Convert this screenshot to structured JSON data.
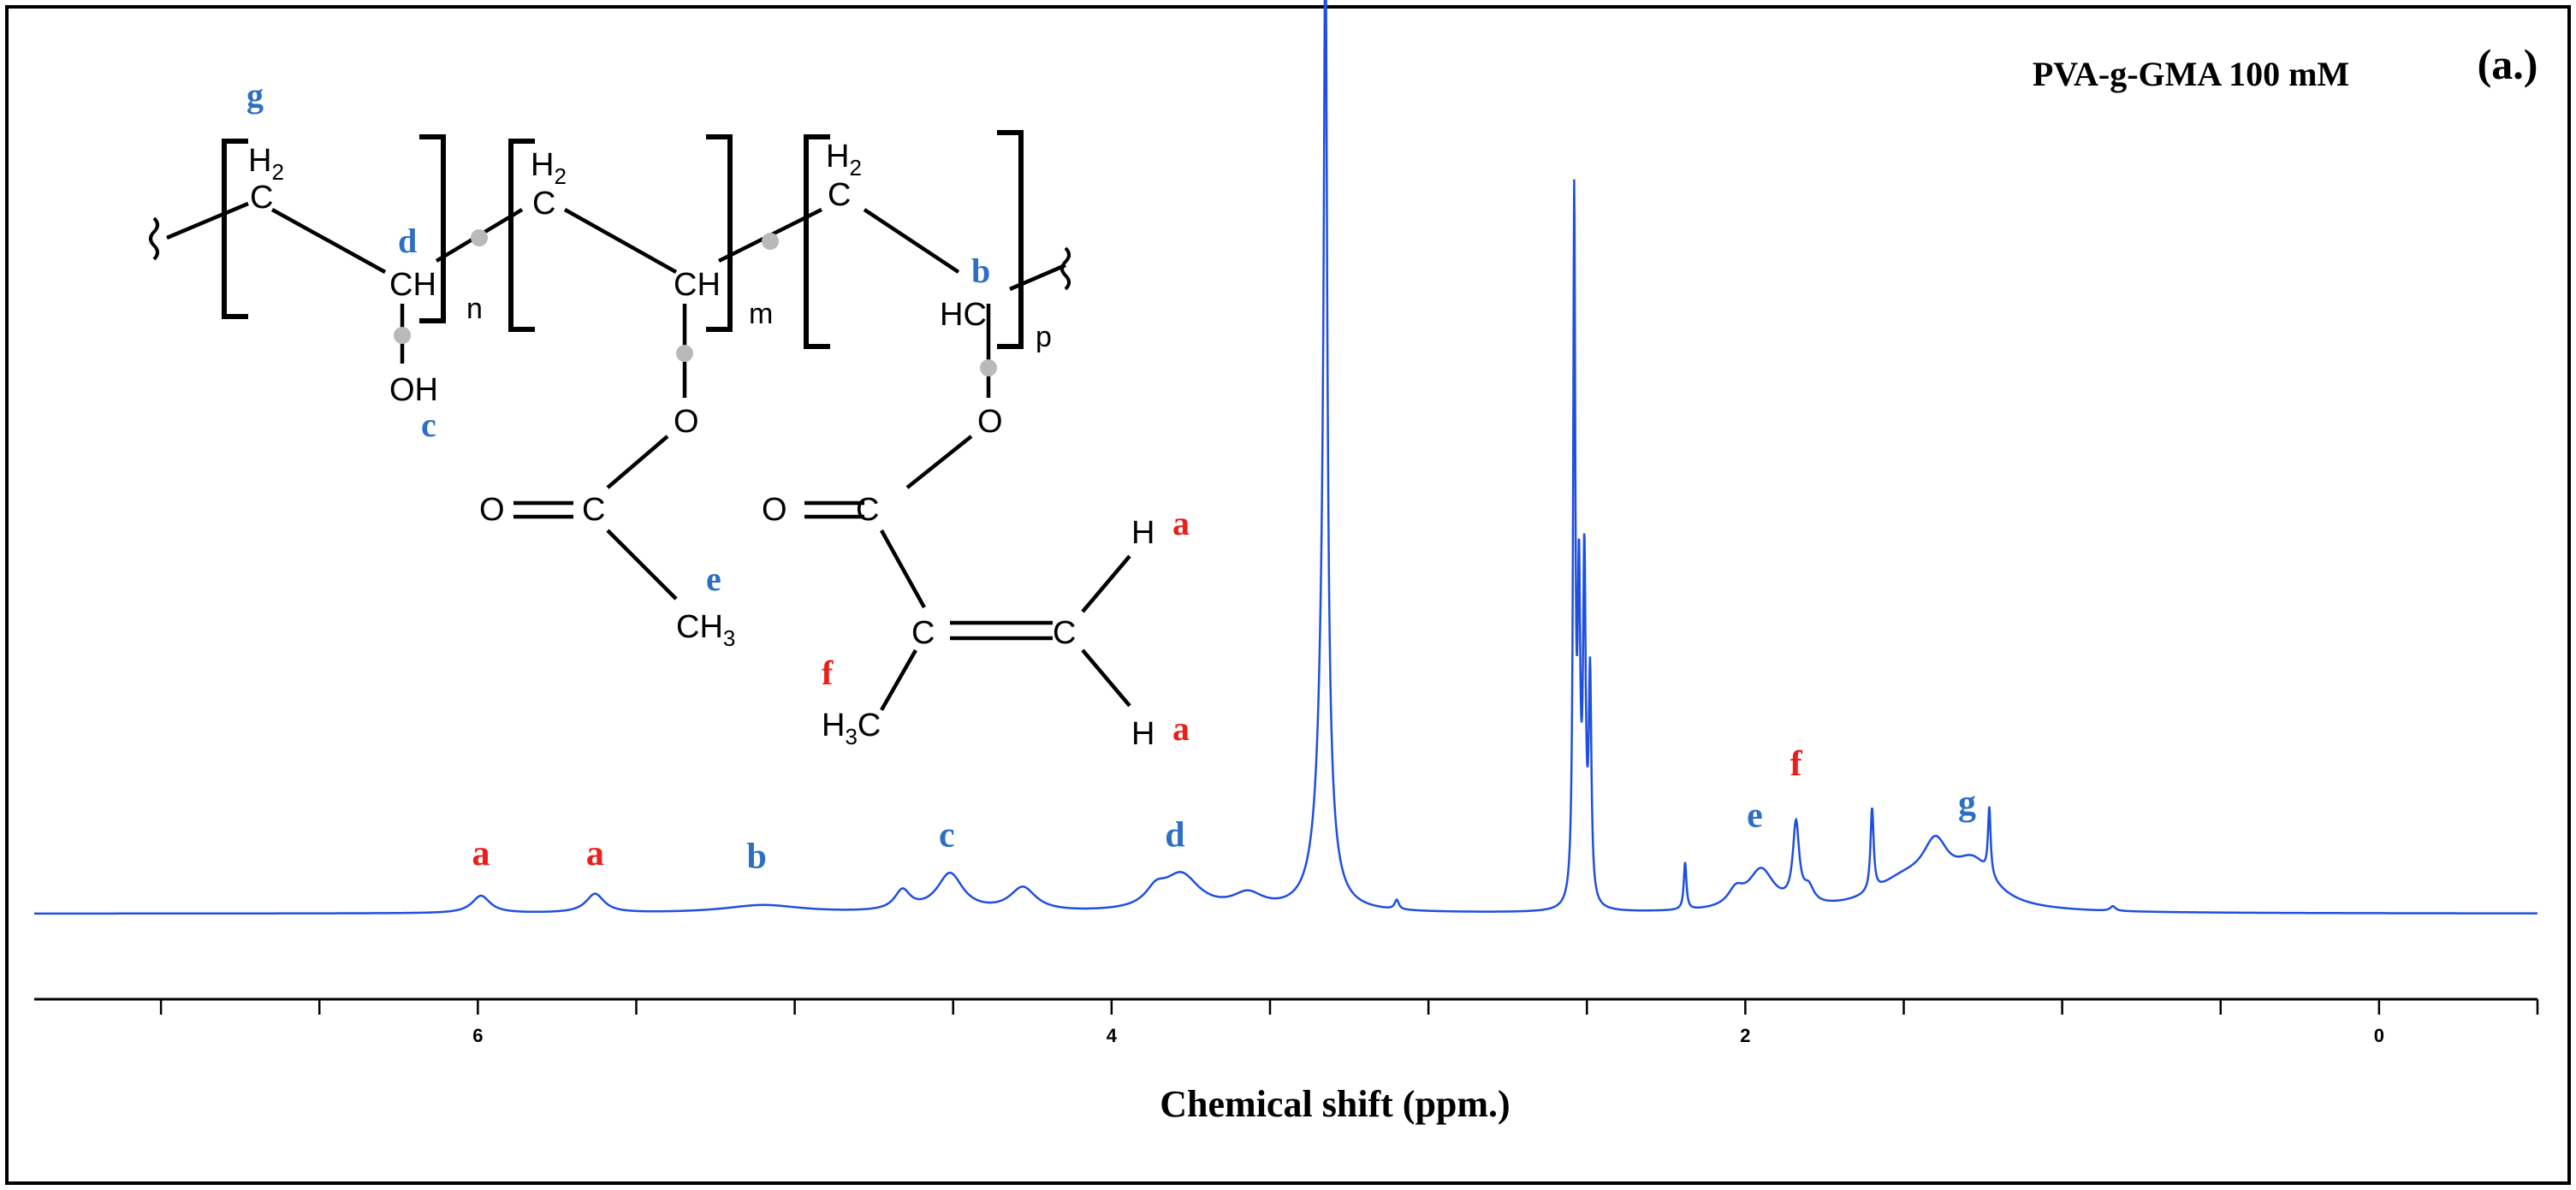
{
  "figure": {
    "panel_label": "(a.)",
    "sample_label": "PVA-g-GMA 100 mM"
  },
  "colors": {
    "spectrum": "#1f4fe0",
    "label_blue": "#2e6fc4",
    "label_red": "#e8201c",
    "axis": "#000000"
  },
  "chart_data": {
    "type": "line",
    "title": "",
    "xlabel": "Chemical shift (ppm.)",
    "ylabel": "",
    "x_reversed": true,
    "xlim": [
      7.4,
      -0.5
    ],
    "ylim": [
      0,
      1.0
    ],
    "xticks": [
      6,
      4,
      2,
      0
    ],
    "xtick_labels": [
      "6",
      "4",
      "2",
      "0"
    ],
    "minor_tick_step": 0.5,
    "grid": false,
    "series": [
      {
        "peaks": [
          {
            "center": 5.99,
            "height": 0.022,
            "width": 0.035
          },
          {
            "center": 5.63,
            "height": 0.024,
            "width": 0.035
          },
          {
            "center": 5.1,
            "height": 0.01,
            "width": 0.15
          },
          {
            "center": 4.66,
            "height": 0.025,
            "width": 0.03
          },
          {
            "center": 4.51,
            "height": 0.048,
            "width": 0.05
          },
          {
            "center": 4.28,
            "height": 0.03,
            "width": 0.05
          },
          {
            "center": 3.86,
            "height": 0.02,
            "width": 0.04
          },
          {
            "center": 3.78,
            "height": 0.045,
            "width": 0.07
          },
          {
            "center": 3.57,
            "height": 0.02,
            "width": 0.06
          },
          {
            "center": 3.34,
            "height": 0.03,
            "width": 0.05
          },
          {
            "center": 3.325,
            "height": 0.96,
            "width": 0.006
          },
          {
            "center": 3.33,
            "height": 0.3,
            "width": 0.02
          },
          {
            "center": 3.1,
            "height": 0.012,
            "width": 0.008
          },
          {
            "center": 2.54,
            "height": 0.88,
            "width": 0.004
          },
          {
            "center": 2.525,
            "height": 0.38,
            "width": 0.005
          },
          {
            "center": 2.508,
            "height": 0.42,
            "width": 0.005
          },
          {
            "center": 2.49,
            "height": 0.28,
            "width": 0.005
          },
          {
            "center": 2.19,
            "height": 0.06,
            "width": 0.005
          },
          {
            "center": 1.95,
            "height": 0.05,
            "width": 0.05
          },
          {
            "center": 2.03,
            "height": 0.02,
            "width": 0.03
          },
          {
            "center": 1.84,
            "height": 0.1,
            "width": 0.012
          },
          {
            "center": 1.8,
            "height": 0.02,
            "width": 0.02
          },
          {
            "center": 1.6,
            "height": 0.105,
            "width": 0.006
          },
          {
            "center": 1.5,
            "height": 0.035,
            "width": 0.12
          },
          {
            "center": 1.4,
            "height": 0.06,
            "width": 0.05
          },
          {
            "center": 1.28,
            "height": 0.055,
            "width": 0.08
          },
          {
            "center": 1.23,
            "height": 0.085,
            "width": 0.005
          },
          {
            "center": 0.84,
            "height": 0.006,
            "width": 0.01
          }
        ]
      }
    ],
    "annotations": [
      {
        "text": "a",
        "x": 5.99,
        "y": 0.062,
        "color": "red"
      },
      {
        "text": "a",
        "x": 5.63,
        "y": 0.062,
        "color": "red"
      },
      {
        "text": "b",
        "x": 5.12,
        "y": 0.058,
        "color": "blue"
      },
      {
        "text": "c",
        "x": 4.52,
        "y": 0.085,
        "color": "blue"
      },
      {
        "text": "d",
        "x": 3.8,
        "y": 0.085,
        "color": "blue"
      },
      {
        "text": "e",
        "x": 1.97,
        "y": 0.11,
        "color": "blue"
      },
      {
        "text": "f",
        "x": 1.84,
        "y": 0.175,
        "color": "red"
      },
      {
        "text": "g",
        "x": 1.3,
        "y": 0.125,
        "color": "blue"
      }
    ]
  },
  "structure": {
    "atoms": {
      "h2_1": "H2",
      "ch_1": "CH",
      "oh": "OH",
      "n": "n",
      "h2_2": "H2",
      "ch_2": "CH",
      "m": "m",
      "o_2": "O",
      "o_ac": "O",
      "c_ac": "C",
      "ch3_e": "CH3",
      "h2_3": "H2",
      "hc_3": "HC",
      "p": "p",
      "o_3": "O",
      "o_gma": "O",
      "c_gma": "C",
      "c_alk1": "C",
      "c_alk2": "C",
      "h3c": "H3C",
      "h_top": "H",
      "h_bot": "H",
      "c_1": "C",
      "c_2": "C",
      "c_3": "C"
    },
    "labels": {
      "g": "g",
      "d": "d",
      "c": "c",
      "e": "e",
      "b": "b",
      "a_top": "a",
      "a_bot": "a",
      "f": "f"
    }
  }
}
